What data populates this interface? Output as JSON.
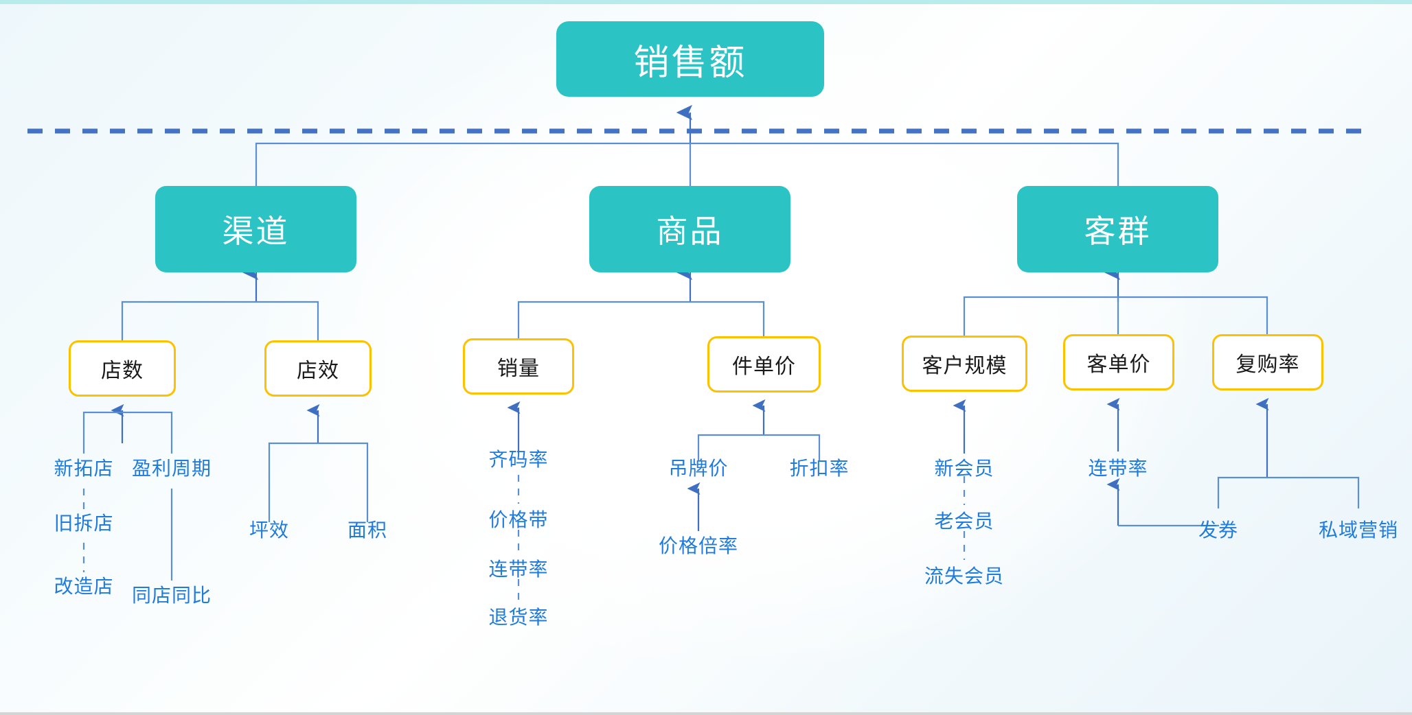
{
  "diagram": {
    "title_node": {
      "label": "销售额",
      "level": 1
    },
    "separator": {
      "style": "dashed",
      "color": "#4472c4"
    },
    "colors": {
      "level1_fill": "#2cc3c5",
      "level2_fill": "#2cc3c5",
      "level3_border": "#fcc200",
      "level3_fill": "#ffffff",
      "leaf_text": "#1f7bdc",
      "connector": "#5b8fd4",
      "top_accent": "#b8ebeb"
    },
    "level2": [
      {
        "label": "渠道"
      },
      {
        "label": "商品"
      },
      {
        "label": "客群"
      }
    ],
    "level3": [
      {
        "label": "店数",
        "parent": "渠道"
      },
      {
        "label": "店效",
        "parent": "渠道"
      },
      {
        "label": "销量",
        "parent": "商品"
      },
      {
        "label": "件单价",
        "parent": "商品"
      },
      {
        "label": "客户规模",
        "parent": "客群"
      },
      {
        "label": "客单价",
        "parent": "客群"
      },
      {
        "label": "复购率",
        "parent": "客群"
      }
    ],
    "leaves": [
      {
        "label": "新拓店",
        "parent": "店数"
      },
      {
        "label": "盈利周期",
        "parent": "店数"
      },
      {
        "label": "旧拆店",
        "parent": "新拓店"
      },
      {
        "label": "改造店",
        "parent": "旧拆店"
      },
      {
        "label": "同店同比",
        "parent": "盈利周期"
      },
      {
        "label": "坪效",
        "parent": "店效"
      },
      {
        "label": "面积",
        "parent": "店效"
      },
      {
        "label": "齐码率",
        "parent": "销量"
      },
      {
        "label": "价格带",
        "parent": "齐码率"
      },
      {
        "label": "连带率",
        "parent": "价格带"
      },
      {
        "label": "退货率",
        "parent": "连带率"
      },
      {
        "label": "吊牌价",
        "parent": "件单价"
      },
      {
        "label": "折扣率",
        "parent": "件单价"
      },
      {
        "label": "价格倍率",
        "parent": "吊牌价"
      },
      {
        "label": "新会员",
        "parent": "客户规模"
      },
      {
        "label": "老会员",
        "parent": "新会员"
      },
      {
        "label": "流失会员",
        "parent": "老会员"
      },
      {
        "label": "连带率",
        "parent": "客单价"
      },
      {
        "label": "发券",
        "parent": "连带率"
      },
      {
        "label": "私域营销",
        "parent": "复购率"
      }
    ]
  }
}
